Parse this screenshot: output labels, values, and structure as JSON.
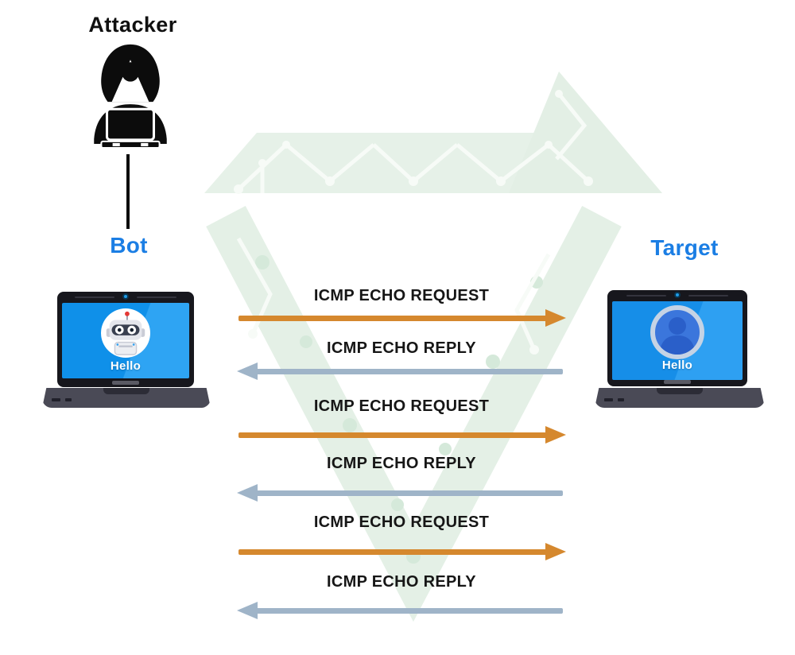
{
  "diagram": {
    "attacker": {
      "label": "Attacker"
    },
    "bot": {
      "label": "Bot",
      "screen_text": "Hello"
    },
    "target": {
      "label": "Target",
      "screen_text": "Hello"
    },
    "messages": [
      {
        "label": "ICMP ECHO REQUEST",
        "direction": "right"
      },
      {
        "label": "ICMP ECHO REPLY",
        "direction": "left"
      },
      {
        "label": "ICMP ECHO REQUEST",
        "direction": "right"
      },
      {
        "label": "ICMP ECHO REPLY",
        "direction": "left"
      },
      {
        "label": "ICMP ECHO REQUEST",
        "direction": "right"
      },
      {
        "label": "ICMP ECHO REPLY",
        "direction": "left"
      }
    ],
    "colors": {
      "request_arrow": "#d5882e",
      "reply_arrow": "#9fb4c8",
      "node_label_blue": "#1b7ee4",
      "screen_blue": "#0f90e9",
      "watermark_green": "#e6f1e8",
      "attacker_black": "#0c0c0c"
    },
    "icons": {
      "attacker": "hooded-hacker-with-laptop-icon",
      "bot_screen": "robot-avatar-icon",
      "target_screen": "person-avatar-icon",
      "webcam": "webcam-dot-icon",
      "background": "circuit-board-watermark"
    }
  }
}
